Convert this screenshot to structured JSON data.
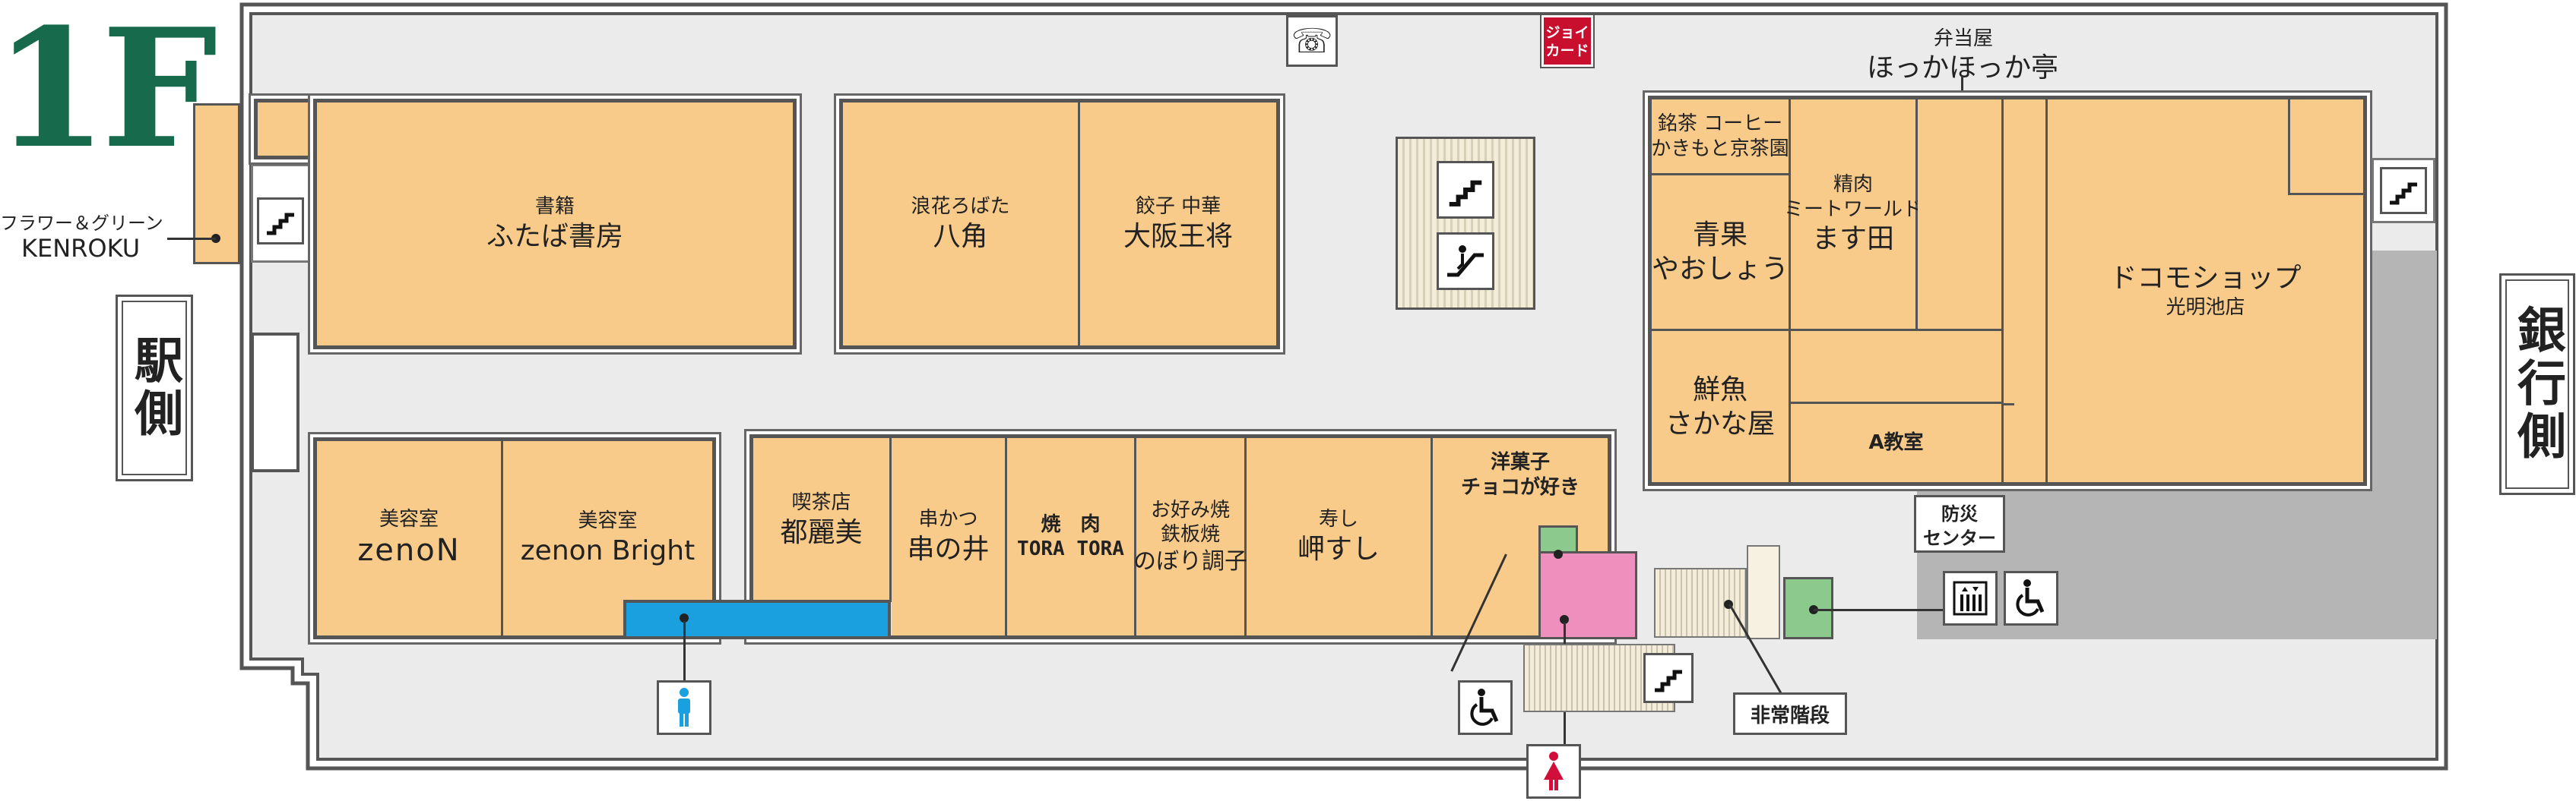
{
  "floor": {
    "label": "1F",
    "color": "#186a4c"
  },
  "sides": {
    "west": "駅側",
    "east": "銀行側"
  },
  "stores": {
    "flower_sub": "フラワー＆グリーン",
    "flower_name": "KENROKU",
    "bookstore_sub": "書籍",
    "bookstore_name": "ふたば書房",
    "robata_sub": "浪花ろばた",
    "robata_name": "八角",
    "gyoza_sub": "餃子 中華",
    "gyoza_name": "大阪王将",
    "bento_sub": "弁当屋",
    "bento_name": "ほっかほっか亭",
    "tea_line1": "銘茶 コーヒー",
    "tea_line2": "かきもと京茶園",
    "veg_line1": "青果",
    "veg_line2": "やおしょう",
    "meat_sub1": "精肉",
    "meat_sub2": "ミートワールド",
    "meat_name": "ます田",
    "docomo_name": "ドコモショップ",
    "docomo_sub": "光明池店",
    "fish_line1": "鮮魚",
    "fish_line2": "さかな屋",
    "a_class": "A教室",
    "zenon_sub": "美容室",
    "zenon_name": "zenoN",
    "zenonb_sub": "美容室",
    "zenonb_name": "zenon Bright",
    "cafe_sub": "喫茶店",
    "cafe_name": "都麗美",
    "kushi_sub": "串かつ",
    "kushi_name": "串の井",
    "yakiniku_sub": "焼　肉",
    "yakiniku_name": "TORA TORA",
    "okonomi_line1": "お好み焼",
    "okonomi_line2": "鉄板焼",
    "okonomi_name": "のぼり調子",
    "sushi_sub": "寿し",
    "sushi_name": "岬すし",
    "choco_line1": "洋菓子",
    "choco_line2": "チョコが好き"
  },
  "facilities": {
    "bousai_line1": "防災",
    "bousai_line2": "センター",
    "emergency_stairs": "非常階段",
    "joy_card_line1": "ジョイ",
    "joy_card_line2": "カード",
    "phone_glyph": "☏"
  },
  "colors": {
    "store": "#f9cb8a",
    "corridor": "#ebebeb",
    "restroom_men": "#1a9fdf",
    "restroom_women": "#ee8fbd",
    "accessible": "#8cc98d",
    "service": "#b5b5b5",
    "joy_card": "#c8102e",
    "floor_green": "#186a4c"
  },
  "icons": [
    "phone-icon",
    "joy-card-icon",
    "stairs-icon",
    "escalator-icon",
    "elevator-icon",
    "wheelchair-icon",
    "men-restroom-icon",
    "women-restroom-icon"
  ]
}
